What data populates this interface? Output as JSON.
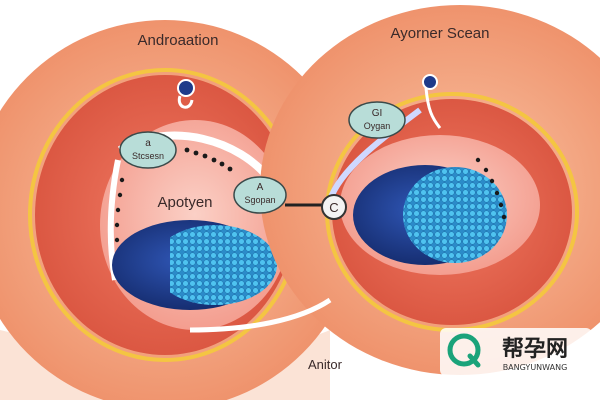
{
  "labels": {
    "left_title": "Androaation",
    "right_title": "Ayorner Scean",
    "bottom": "Anitor",
    "center_left": "Apotyen",
    "bubble_left_top": {
      "line1": "a",
      "line2": "Stcsesn"
    },
    "bubble_left_mid": {
      "line1": "A",
      "line2": "Sgopan"
    },
    "bubble_right_top": {
      "line1": "GI",
      "line2": "Oygan"
    },
    "junction": "C"
  },
  "watermark": {
    "cn": "帮孕网",
    "en": "BANGYUNWANG"
  },
  "colors": {
    "outer_orange": "#f2a27c",
    "cell_red": "#e8684f",
    "inner_pink": "#f6a79a",
    "nucleus_blue": "#1e3a8a",
    "granule_blue": "#36a9e1",
    "rim_yellow": "#f4c542",
    "label_bubble": "#b8ddd8"
  },
  "icons": [
    "pin-icon",
    "watermark-logo-icon"
  ]
}
